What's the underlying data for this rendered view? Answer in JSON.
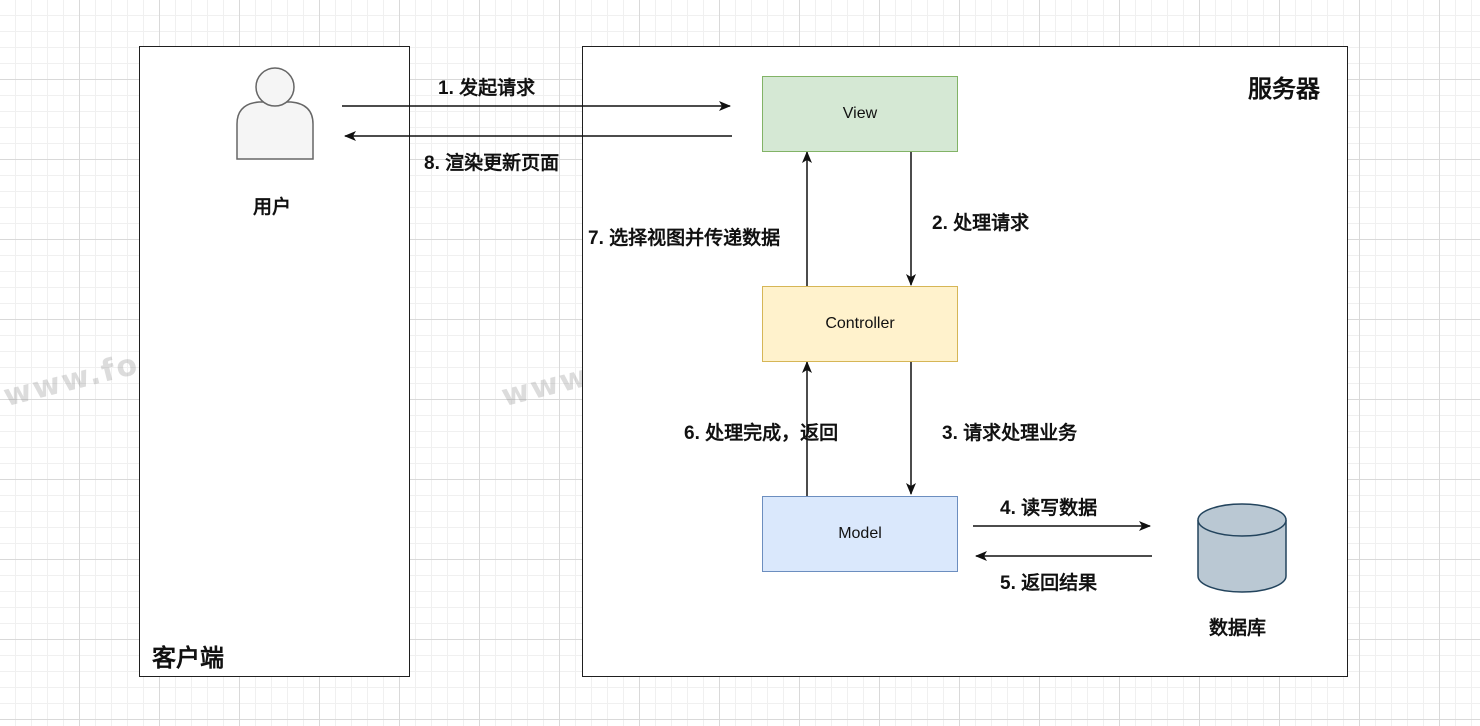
{
  "client": {
    "title": "客户端",
    "user_label": "用户"
  },
  "server": {
    "title": "服务器",
    "view_label": "View",
    "controller_label": "Controller",
    "model_label": "Model",
    "database_label": "数据库"
  },
  "steps": {
    "s1": "1. 发起请求",
    "s2": "2. 处理请求",
    "s3": "3. 请求处理业务",
    "s4": "4. 读写数据",
    "s5": "5. 返回结果",
    "s6": "6. 处理完成，返回",
    "s7": "7. 选择视图并传递数据",
    "s8": "8. 渲染更新页面"
  },
  "watermark": "www.fooor.com",
  "colors": {
    "view_fill": "#d5e8d4",
    "view_stroke": "#82b366",
    "controller_fill": "#fff2cc",
    "controller_stroke": "#d6b656",
    "model_fill": "#dae8fc",
    "model_stroke": "#6c8ebf",
    "db_fill": "#bac8d3",
    "db_stroke": "#23445d",
    "user_fill": "#f5f5f5",
    "user_stroke": "#666666"
  }
}
